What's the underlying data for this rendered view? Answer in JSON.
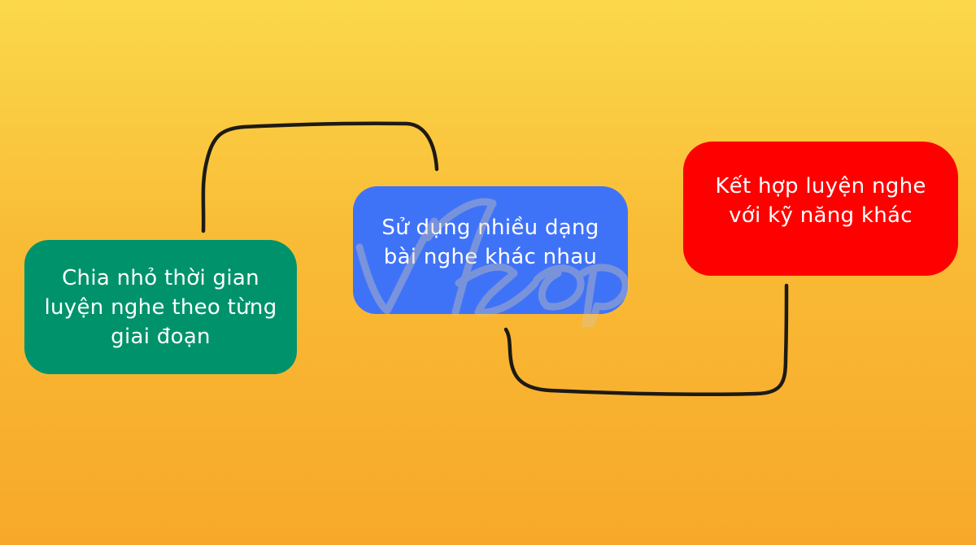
{
  "diagram": {
    "nodes": [
      {
        "id": "chunk-time",
        "lines": [
          "Chia nhỏ thời gian",
          "luyện nghe theo từng",
          "giai đoạn"
        ],
        "color": "#00936b"
      },
      {
        "id": "varied-listening",
        "lines": [
          "Sử dụng nhiều dạng",
          "bài nghe khác nhau"
        ],
        "color": "#3f73f7"
      },
      {
        "id": "combine-skills",
        "lines": [
          "Kết hợp luyện nghe",
          "với kỹ năng khác"
        ],
        "color": "#ff0000"
      }
    ],
    "connectors": [
      {
        "from": "chunk-time",
        "to": "varied-listening"
      },
      {
        "from": "varied-listening",
        "to": "combine-skills"
      }
    ],
    "line_color": "#1e1a14"
  }
}
